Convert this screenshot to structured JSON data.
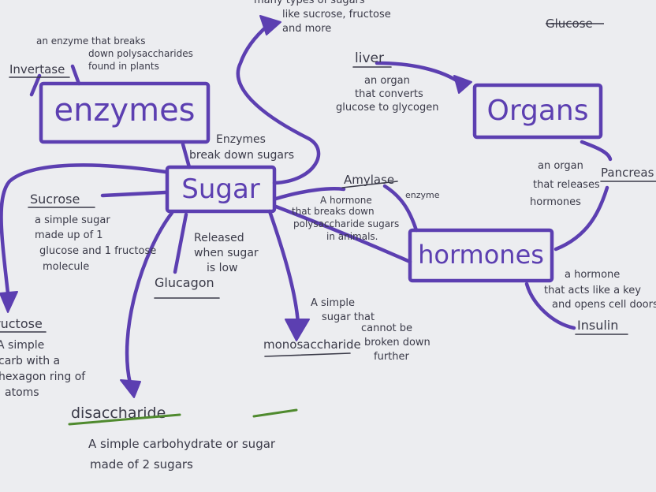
{
  "concepts": {
    "sugar": "Sugar",
    "enzymes": "enzymes",
    "organs": "Organs",
    "hormones": "hormones"
  },
  "nodes": {
    "invertase": {
      "term": "Invertase",
      "note": [
        "an enzyme that breaks",
        "down polysaccharides",
        "found in plants"
      ]
    },
    "sucrose": {
      "term": "Sucrose",
      "note": [
        "a simple sugar",
        "made up of 1",
        "glucose and 1 fructose",
        "molecule"
      ]
    },
    "fructose": {
      "term": "Fructose",
      "note": [
        "A simple",
        "carb with a",
        "hexagon ring of",
        "atoms"
      ]
    },
    "glucagon": {
      "term": "Glucagon",
      "note": [
        "Released",
        "when sugar",
        "is low"
      ]
    },
    "disaccharide": {
      "term": "disaccharide",
      "note": [
        "A simple carbohydrate or sugar",
        "made of 2 sugars"
      ]
    },
    "monosaccharide": {
      "term": "monosaccharide",
      "note": [
        "A simple",
        "sugar that",
        "cannot be",
        "broken down",
        "further"
      ]
    },
    "amylase": {
      "term": "Amylase",
      "tag": "enzyme",
      "note": [
        "A hormone",
        "that breaks down",
        "polysaccharide sugars",
        "in animals."
      ]
    },
    "liver": {
      "term": "liver",
      "note": [
        "an organ",
        "that converts",
        "glucose to glycogen"
      ]
    },
    "pancreas": {
      "term": "Pancreas",
      "note": [
        "an organ",
        "that releases",
        "hormones"
      ]
    },
    "insulin": {
      "term": "Insulin",
      "note": [
        "a hormone",
        "that acts like a key",
        "and opens cell doors"
      ]
    },
    "types_of_sugar": {
      "note": [
        "many types of sugars",
        "like sucrose, fructose",
        "and more"
      ]
    },
    "enzymes_link": {
      "note": [
        "Enzymes",
        "break down sugars"
      ]
    },
    "glucose": {
      "note": "Glucose"
    }
  },
  "colors": {
    "paper": "#ecedf0",
    "marker_purple": "#5c3fb1",
    "pen_ink": "#3a3a48",
    "highlight_green": "#4f8a2e"
  }
}
